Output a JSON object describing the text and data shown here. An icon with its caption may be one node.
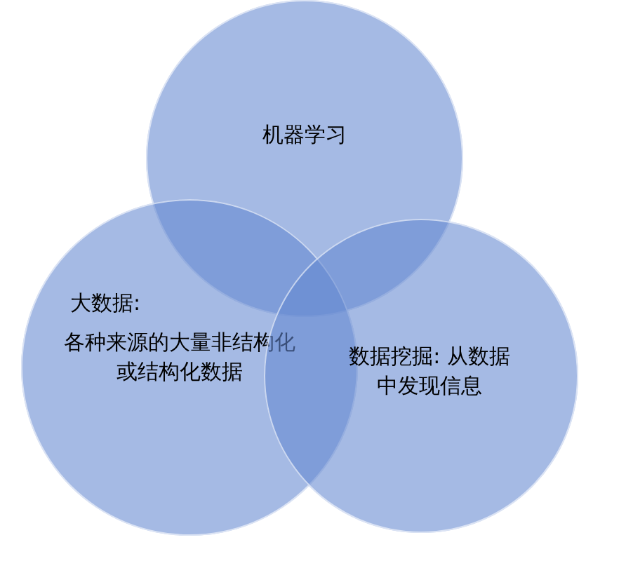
{
  "diagram": {
    "nodes": [
      {
        "text": [
          "机器学习"
        ]
      },
      {
        "text": [
          "大数据:",
          "各种来源的大量非结构化或结构化数据"
        ]
      },
      {
        "text": [
          "数据挖掘: 从数据中发现信息"
        ]
      }
    ],
    "edges": []
  }
}
